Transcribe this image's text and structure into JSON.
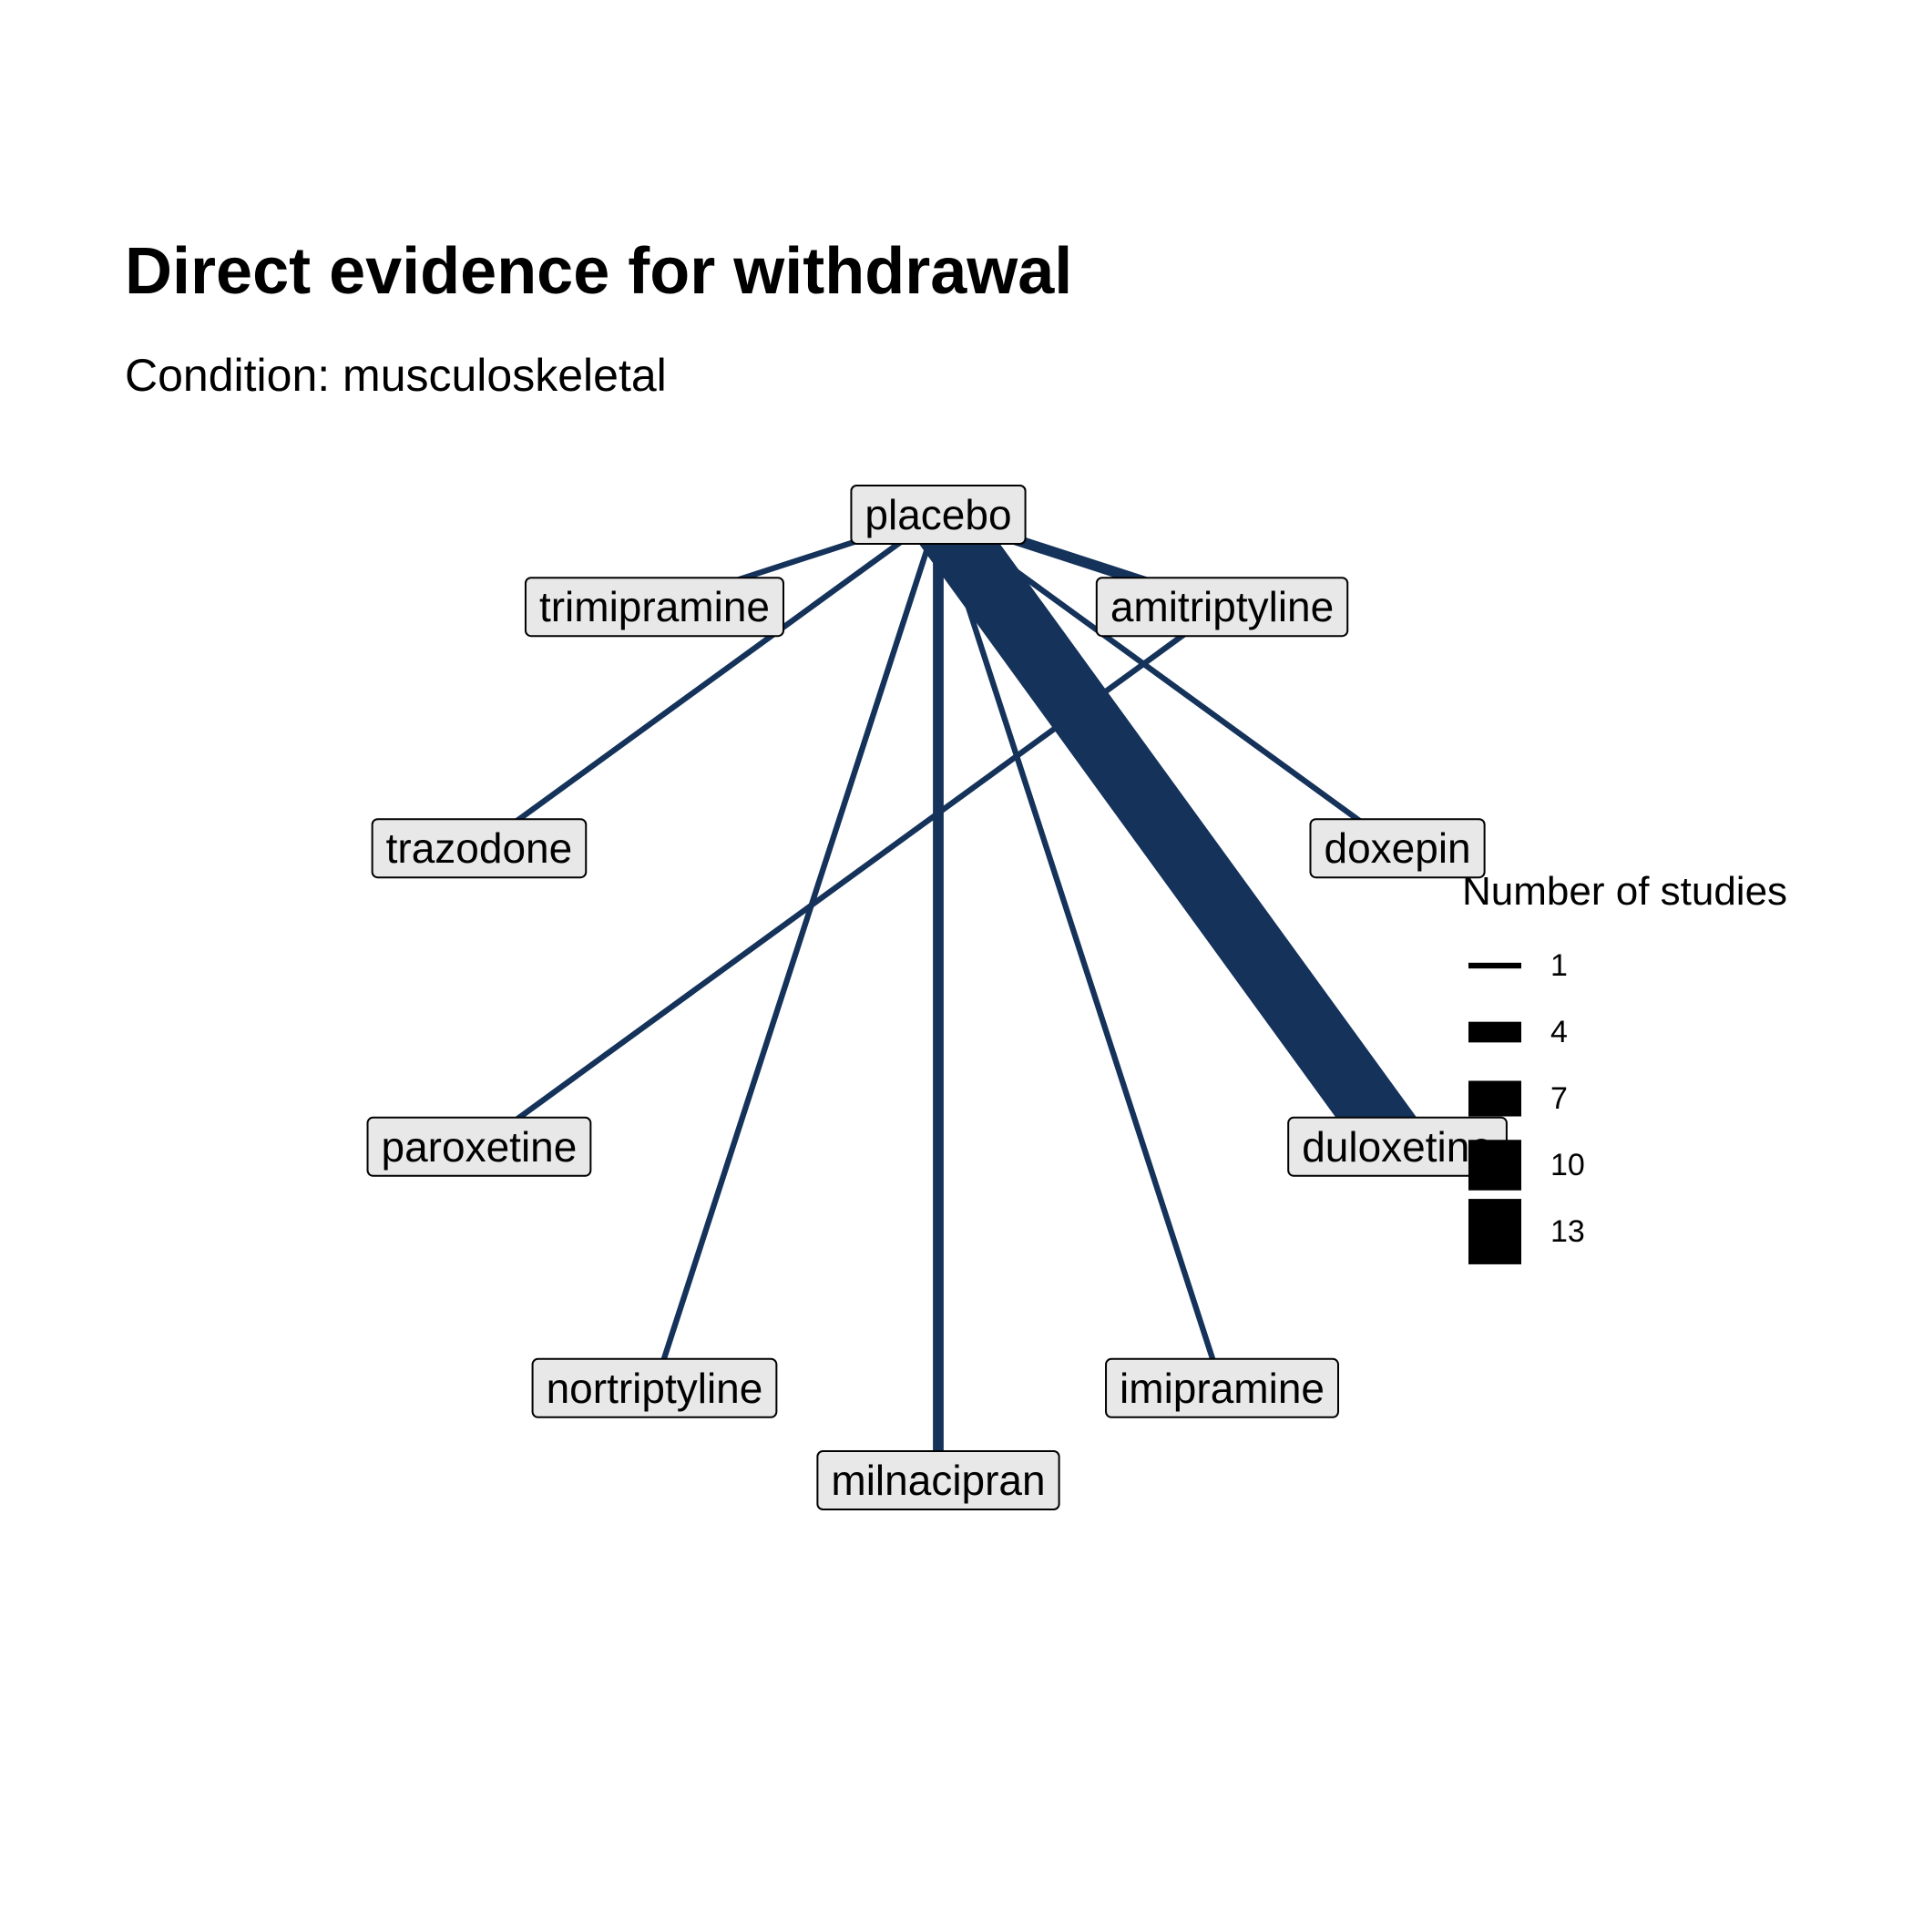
{
  "title": "Direct evidence for withdrawal",
  "subtitle": "Condition: musculoskeletal",
  "colors": {
    "edge": "#14325a",
    "node_fill": "#e8e8e8",
    "node_stroke": "#000000",
    "legend_key": "#000000"
  },
  "nodes": [
    {
      "id": "placebo",
      "label": "placebo"
    },
    {
      "id": "trimipramine",
      "label": "trimipramine"
    },
    {
      "id": "trazodone",
      "label": "trazodone"
    },
    {
      "id": "amitriptyline",
      "label": "amitriptyline"
    },
    {
      "id": "paroxetine",
      "label": "paroxetine"
    },
    {
      "id": "doxepin",
      "label": "doxepin"
    },
    {
      "id": "nortriptyline",
      "label": "nortriptyline"
    },
    {
      "id": "duloxetine",
      "label": "duloxetine"
    },
    {
      "id": "milnacipran",
      "label": "milnacipran"
    },
    {
      "id": "imipramine",
      "label": "imipramine"
    }
  ],
  "edges": [
    {
      "from": "placebo",
      "to": "trimipramine",
      "studies": 1
    },
    {
      "from": "placebo",
      "to": "trazodone",
      "studies": 1
    },
    {
      "from": "placebo",
      "to": "amitriptyline",
      "studies": 2
    },
    {
      "from": "placebo",
      "to": "doxepin",
      "studies": 1
    },
    {
      "from": "placebo",
      "to": "nortriptyline",
      "studies": 1
    },
    {
      "from": "placebo",
      "to": "duloxetine",
      "studies": 13
    },
    {
      "from": "placebo",
      "to": "milnacipran",
      "studies": 2
    },
    {
      "from": "placebo",
      "to": "imipramine",
      "studies": 1
    },
    {
      "from": "amitriptyline",
      "to": "paroxetine",
      "studies": 1
    }
  ],
  "legend": {
    "title": "Number of studies",
    "breaks": [
      1,
      4,
      7,
      10,
      13
    ]
  }
}
